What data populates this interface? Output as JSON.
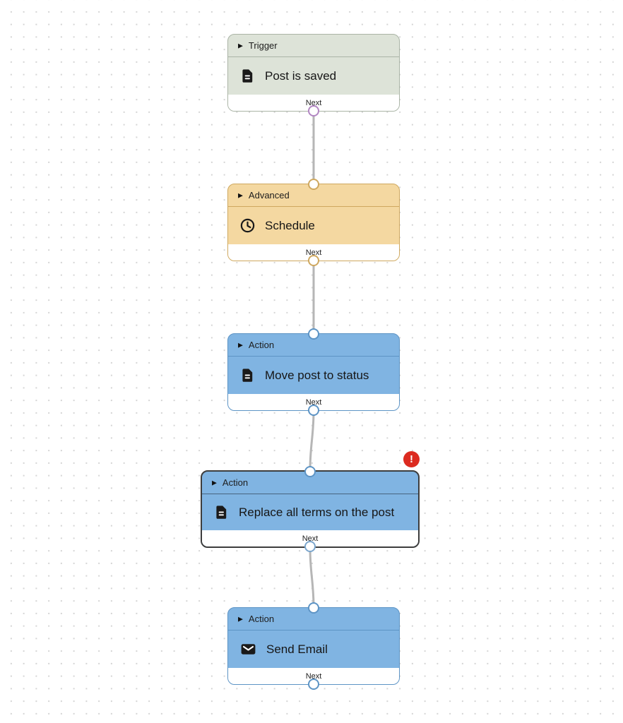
{
  "canvas": {
    "background_color": "#ffffff",
    "dot_color": "#d4d4d4",
    "connector_color": "#b6b6b6"
  },
  "icons": {
    "expand_triangle": "▶"
  },
  "nodes": [
    {
      "type": "trigger",
      "category": "Trigger",
      "title": "Post is saved",
      "icon": "document-icon",
      "footer_label": "Next",
      "error": false,
      "colors": {
        "background": "#dde3d8",
        "border": "#aab4a6",
        "output_handle": "#b286c3"
      }
    },
    {
      "type": "advanced",
      "category": "Advanced",
      "title": "Schedule",
      "icon": "clock-icon",
      "footer_label": "Next",
      "error": false,
      "colors": {
        "background": "#f4d8a1",
        "border": "#cfa85f",
        "output_handle": "#cfa85f"
      }
    },
    {
      "type": "action",
      "category": "Action",
      "title": "Move post to status",
      "icon": "document-icon",
      "footer_label": "Next",
      "error": false,
      "colors": {
        "background": "#80b4e2",
        "border": "#5d94c5",
        "output_handle": "#5d94c5"
      }
    },
    {
      "type": "action",
      "category": "Action",
      "title": "Replace all terms on the post",
      "icon": "document-icon",
      "footer_label": "Next",
      "error": true,
      "error_badge": {
        "symbol": "!",
        "color": "#dc2b20"
      },
      "colors": {
        "background": "#80b4e2",
        "border": "#3d3d3d",
        "output_handle": "#7ba6cd"
      }
    },
    {
      "type": "action",
      "category": "Action",
      "title": "Send Email",
      "icon": "email-icon",
      "footer_label": "Next",
      "error": false,
      "colors": {
        "background": "#80b4e2",
        "border": "#5d94c5",
        "output_handle": "#5d94c5"
      }
    }
  ]
}
